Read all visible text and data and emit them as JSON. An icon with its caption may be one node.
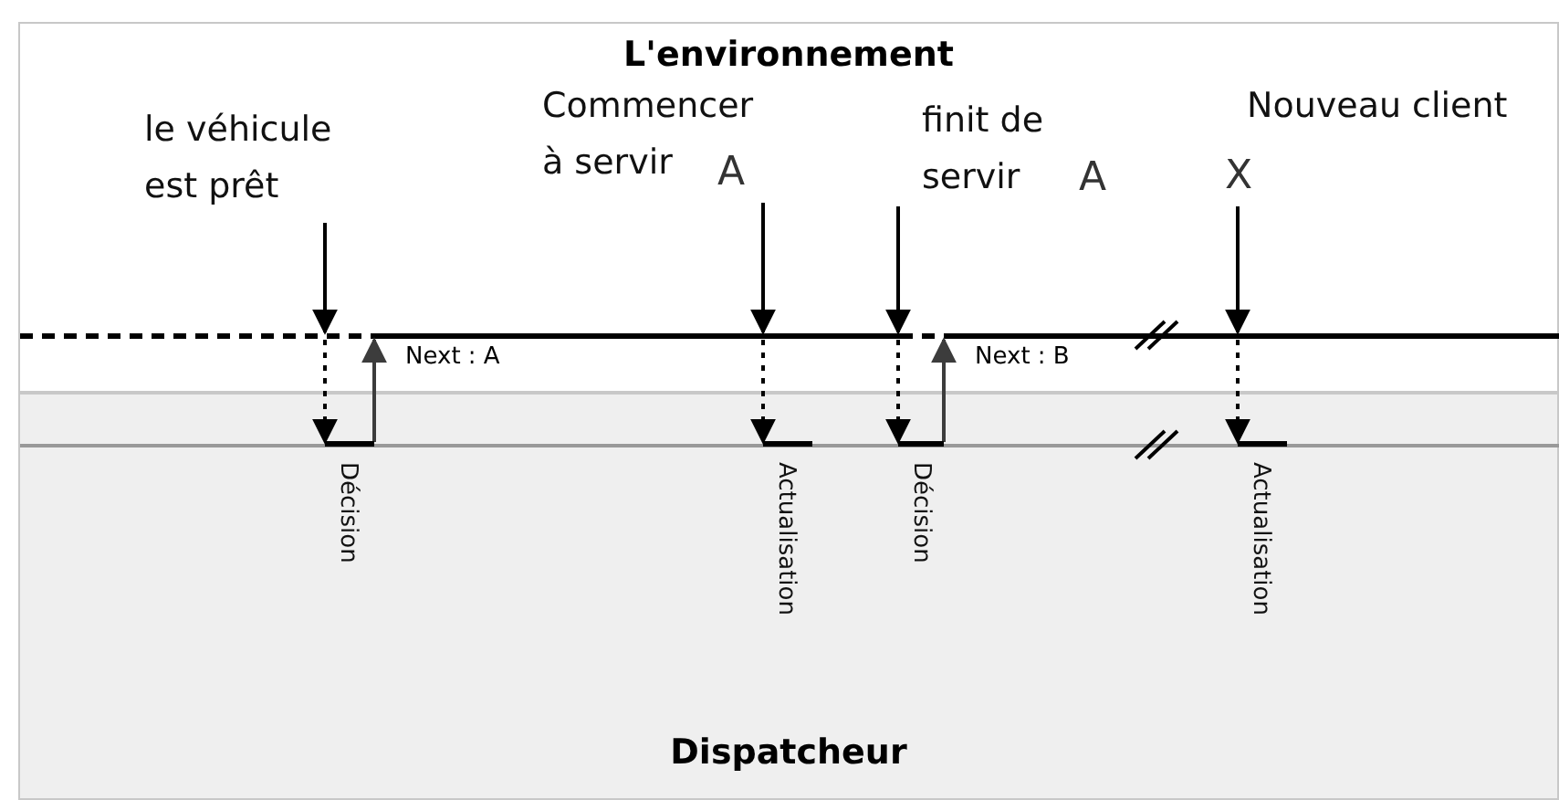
{
  "diagram": {
    "nodes": [
      {
        "text": [
          "L'environnement"
        ]
      },
      {
        "text": [],
        "shape": "line",
        "in": 0
      },
      {
        "text": [
          "le véhicule est prêt"
        ],
        "in": 0
      },
      {
        "text": [
          "Commencer à servir",
          "A"
        ],
        "in": 0
      },
      {
        "text": [
          "finit de servir",
          "A"
        ],
        "in": 0
      },
      {
        "text": [
          "Nouveau client",
          "X"
        ],
        "in": 0
      },
      {
        "text": [
          "Dispatcheur"
        ]
      },
      {
        "text": [],
        "shape": "line",
        "in": 6
      },
      {
        "text": [
          "Décision"
        ],
        "in": 6
      },
      {
        "text": [
          "Actualisation"
        ],
        "in": 6
      },
      {
        "text": [
          "Décision"
        ],
        "in": 6
      },
      {
        "text": [
          "Actualisation"
        ],
        "in": 6
      }
    ],
    "edges": [
      {
        "from": 2,
        "to": 1,
        "arrow": "to"
      },
      {
        "from": 3,
        "to": 1,
        "arrow": "to"
      },
      {
        "from": 4,
        "to": 1,
        "arrow": "to"
      },
      {
        "from": 5,
        "to": 1,
        "arrow": "to"
      },
      {
        "from": 1,
        "to": 7,
        "arrow": "to",
        "style": "dashed"
      },
      {
        "from": 7,
        "to": 1,
        "arrow": "to",
        "label": "Next : A",
        "color": "#3c3c3c"
      },
      {
        "from": 1,
        "to": 7,
        "arrow": "to",
        "style": "dashed"
      },
      {
        "from": 1,
        "to": 7,
        "arrow": "to",
        "style": "dashed"
      },
      {
        "from": 7,
        "to": 1,
        "arrow": "to",
        "label": "Next : B",
        "color": "#3c3c3c"
      },
      {
        "from": 1,
        "to": 7,
        "arrow": "to",
        "style": "dashed"
      }
    ]
  }
}
